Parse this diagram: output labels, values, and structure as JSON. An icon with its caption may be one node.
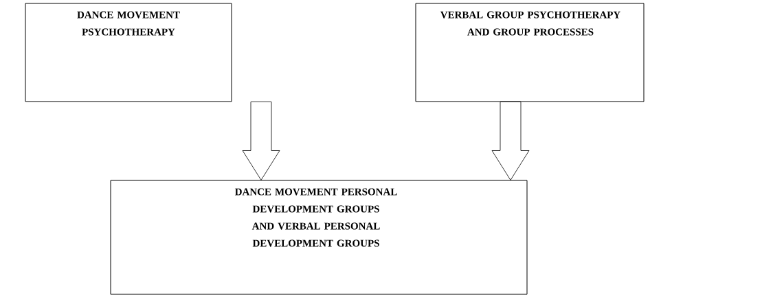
{
  "diagram": {
    "nodes": [
      {
        "text": [
          "DANCE MOVEMENT PSYCHOTHERAPY"
        ]
      },
      {
        "text": [
          "VERBAL GROUP PSYCHOTHERAPY AND GROUP PROCESSES"
        ]
      },
      {
        "text": [
          "DANCE MOVEMENT PERSONAL DEVELOPMENT GROUPS AND VERBAL PERSONAL DEVELOPMENT GROUPS"
        ]
      }
    ],
    "edges": [
      {
        "from": 0,
        "to": 2,
        "arrow": "to"
      },
      {
        "from": 1,
        "to": 2,
        "arrow": "to"
      }
    ]
  }
}
